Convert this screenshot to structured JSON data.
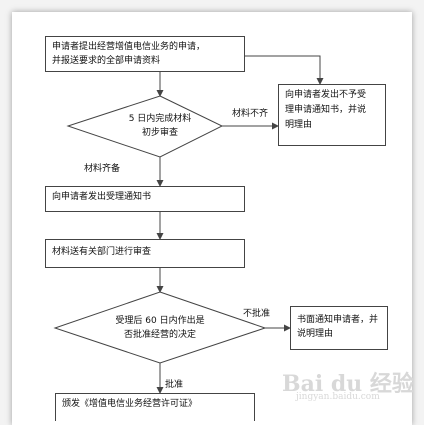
{
  "steps": {
    "apply": [
      "申请者提出经营增值电信业务的申请，",
      "并报送要求的全部申请资料"
    ],
    "review5": [
      "5 日内完成材料",
      "初步审查"
    ],
    "reject_notice": [
      "向申请者发出不予受",
      "理申请通知书，并说",
      "明理由"
    ],
    "accept_notice": "向申请者发出受理通知书",
    "send_dept": "材料送有关部门进行审查",
    "decide60": [
      "受理后 60 日内作出是",
      "否批准经营的决定"
    ],
    "written_notice": [
      "书面通知申请者，并",
      "说明理由"
    ],
    "issue": "颁发《增值电信业务经营许可证》"
  },
  "labels": {
    "incomplete": "材料不齐",
    "complete": "材料齐备",
    "not_approved": "不批准",
    "approved": "批准"
  },
  "watermark": {
    "brand": "Bai du 经验",
    "url": "jingyan.baidu.com"
  },
  "colors": {
    "line": "#444444",
    "box_border": "#444444"
  }
}
